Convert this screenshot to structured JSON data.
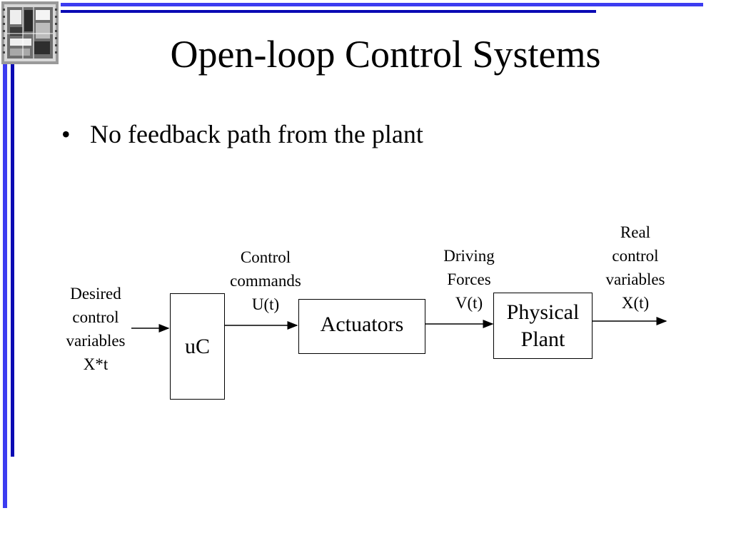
{
  "slide": {
    "title": "Open-loop Control Systems",
    "bullet": "No feedback path from the plant",
    "accent_color": "#3c3cf0"
  },
  "diagram": {
    "blocks": {
      "controller": "uC",
      "actuators": "Actuators",
      "plant_line1": "Physical",
      "plant_line2": "Plant"
    },
    "signals": {
      "input": [
        "Desired",
        "control",
        "variables",
        "X*t"
      ],
      "control_commands": [
        "Control",
        "commands",
        "U(t)"
      ],
      "driving_forces": [
        "Driving",
        "Forces",
        "V(t)"
      ],
      "output": [
        "Real",
        "control",
        "variables",
        "X(t)"
      ]
    }
  },
  "icons": {
    "logo": "chip-die-icon"
  }
}
